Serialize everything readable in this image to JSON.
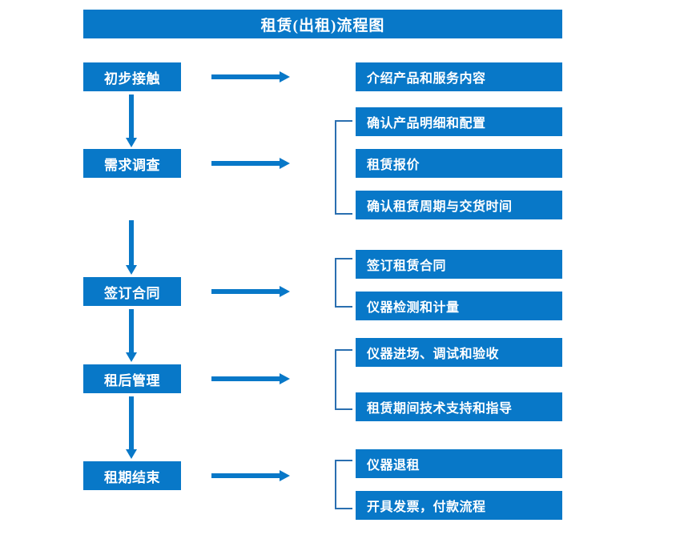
{
  "diagram": {
    "title": "租赁(出租)流程图",
    "accent_color": "#0878c8",
    "bracket_color": "#2a6fb0",
    "text_color": "#ffffff",
    "background_color": "#ffffff",
    "stages": [
      {
        "label": "初步接触"
      },
      {
        "label": "需求调查"
      },
      {
        "label": "签订合同"
      },
      {
        "label": "租后管理"
      },
      {
        "label": "租期结束"
      }
    ],
    "tasks": [
      {
        "label": "介绍产品和服务内容"
      },
      {
        "label": "确认产品明细和配置"
      },
      {
        "label": "租赁报价"
      },
      {
        "label": "确认租赁周期与交货时间"
      },
      {
        "label": "签订租赁合同"
      },
      {
        "label": "仪器检测和计量"
      },
      {
        "label": "仪器进场、调试和验收"
      },
      {
        "label": "租赁期间技术支持和指导"
      },
      {
        "label": "仪器退租"
      },
      {
        "label": "开具发票，付款流程"
      }
    ],
    "connectors": {
      "horizontal_arrow_count": 5,
      "vertical_arrow_count": 4,
      "bracket_count": 4
    }
  }
}
